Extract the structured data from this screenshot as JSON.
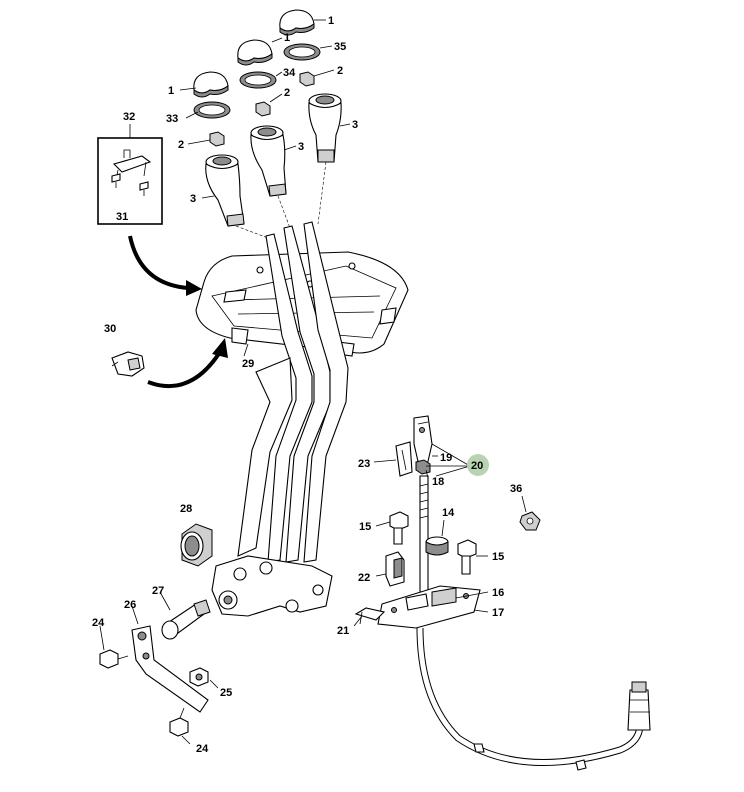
{
  "callouts": {
    "c1a": "1",
    "c1b": "1",
    "c1c": "1",
    "c35": "35",
    "c34": "34",
    "c33": "33",
    "c2a": "2",
    "c2b": "2",
    "c2c": "2",
    "c3a": "3",
    "c3b": "3",
    "c3c": "3",
    "c32": "32",
    "c31": "31",
    "c30": "30",
    "c29": "29",
    "c28": "28",
    "c27": "27",
    "c26": "26",
    "c25": "25",
    "c24a": "24",
    "c24b": "24",
    "c23": "23",
    "c22": "22",
    "c21": "21",
    "c20": "20",
    "c19": "19",
    "c18": "18",
    "c17": "17",
    "c16": "16",
    "c15a": "15",
    "c15b": "15",
    "c14": "14",
    "c36": "36"
  },
  "colors": {
    "line": "#000000",
    "part_shade": "#8d8d8d",
    "highlight_badge": "#b9d3b2"
  }
}
